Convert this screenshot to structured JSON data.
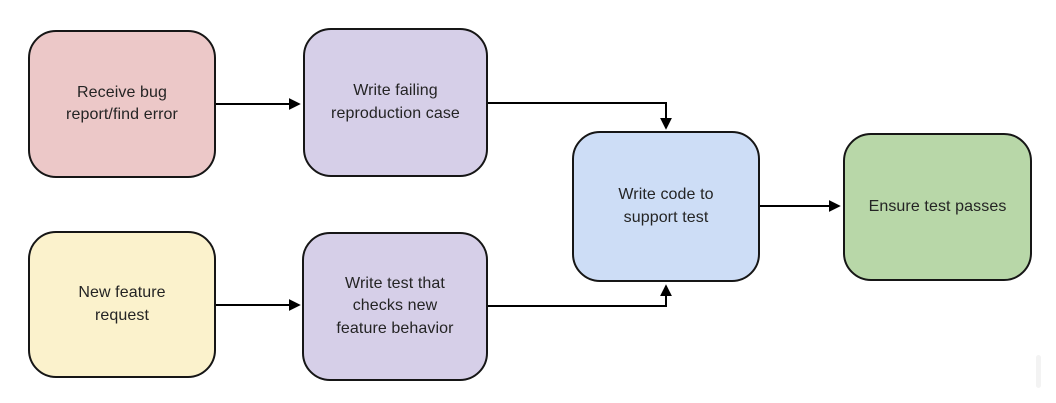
{
  "canvas": {
    "background": "#ffffff",
    "node_border_color": "#161616",
    "arrow_color": "#000000",
    "text_color": "#242424",
    "scrollbar_color": "#f3f3f3"
  },
  "nodes": [
    {
      "id": "receive-bug",
      "label": "Receive bug\nreport/find error",
      "fill": "#ecc8c8"
    },
    {
      "id": "write-failing-repro",
      "label": "Write failing\nreproduction case",
      "fill": "#d6cfe8"
    },
    {
      "id": "new-feature-request",
      "label": "New feature\nrequest",
      "fill": "#fbf2cc"
    },
    {
      "id": "write-feature-test",
      "label": "Write test that\nchecks new\nfeature behavior",
      "fill": "#d6cfe8"
    },
    {
      "id": "write-code",
      "label": "Write code to\nsupport test",
      "fill": "#cdddf6"
    },
    {
      "id": "ensure-test-passes",
      "label": "Ensure test passes",
      "fill": "#b8d7a8"
    }
  ],
  "arrows": [
    {
      "from": "receive-bug",
      "to": "write-failing-repro"
    },
    {
      "from": "write-failing-repro",
      "to": "write-code"
    },
    {
      "from": "new-feature-request",
      "to": "write-feature-test"
    },
    {
      "from": "write-feature-test",
      "to": "write-code"
    },
    {
      "from": "write-code",
      "to": "ensure-test-passes"
    }
  ]
}
